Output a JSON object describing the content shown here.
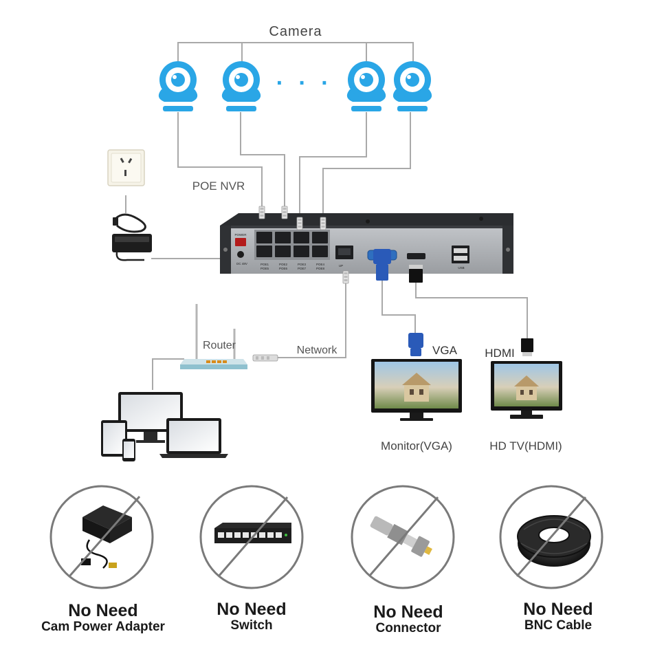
{
  "labels": {
    "camera": "Camera",
    "dots": "· · ·",
    "poe_nvr": "POE NVR",
    "router": "Router",
    "network": "Network",
    "vga": "VGA",
    "hdmi": "HDMI",
    "monitor": "Monitor(VGA)",
    "hdtv": "HD TV(HDMI)"
  },
  "nvr_panel": {
    "power": "POWER",
    "dc": "DC 48V",
    "ports_top": [
      "POE1",
      "POE2",
      "POE3",
      "POE4"
    ],
    "ports_bottom": [
      "POE5",
      "POE6",
      "POE7",
      "POE8"
    ],
    "uplink": "UP",
    "usb": "USB"
  },
  "no_need": [
    {
      "title": "No Need",
      "subtitle": "Cam Power Adapter"
    },
    {
      "title": "No Need",
      "subtitle": "Switch"
    },
    {
      "title": "No Need",
      "subtitle": "Connector"
    },
    {
      "title": "No Need",
      "subtitle": "BNC Cable"
    }
  ],
  "colors": {
    "camera_blue": "#2aa6e6",
    "line_gray": "#a9a9a9",
    "nvr_dark": "#2b2d30",
    "nvr_front": "#a8abaf",
    "text_dark": "#1a1a1a"
  }
}
